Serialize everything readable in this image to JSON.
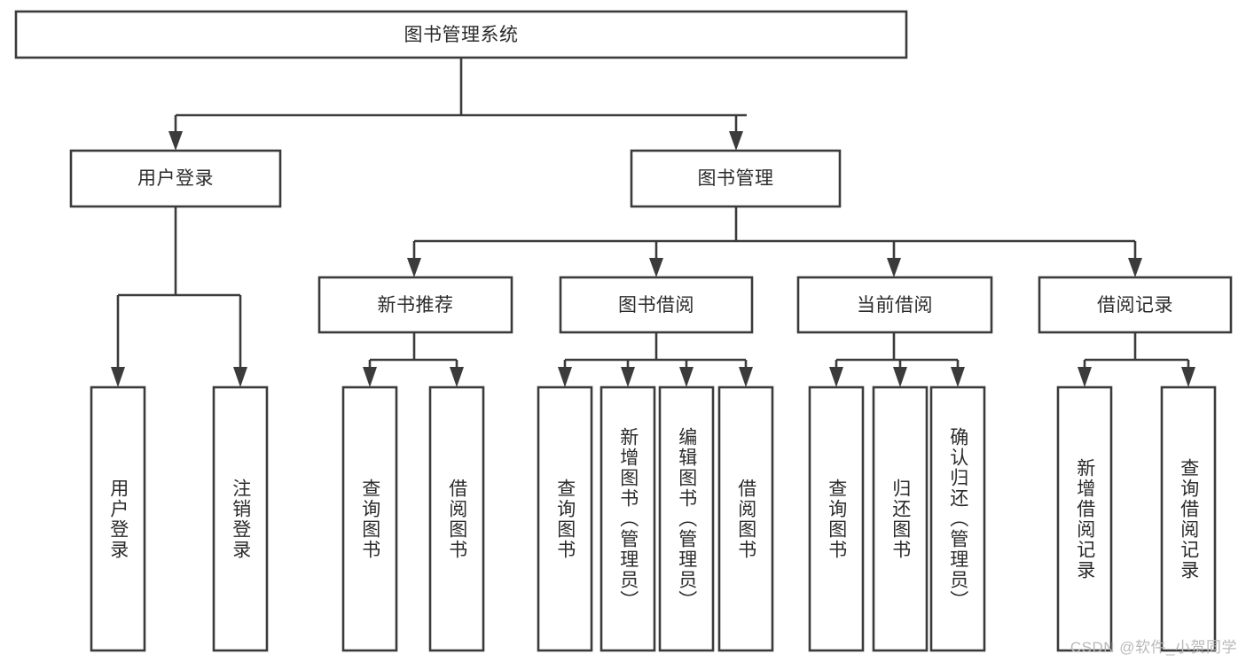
{
  "diagram": {
    "type": "tree",
    "title": "图书管理系统",
    "orientation": "top-down",
    "background_color": "#ffffff",
    "line_color": "#3b3b3b",
    "text_color": "#2b2b2b",
    "root": {
      "label": "图书管理系统",
      "level": 0
    },
    "nodes": {
      "root": "图书管理系统",
      "user_login": "用户登录",
      "book_manage": "图书管理",
      "new_book_rec": "新书推荐",
      "book_borrow": "图书借阅",
      "current_borrow": "当前借阅",
      "borrow_record": "借阅记录",
      "leaf_user_login": "用户登录",
      "leaf_logout": "注销登录",
      "leaf_query_book_1": "查询图书",
      "leaf_borrow_book_1": "借阅图书",
      "leaf_query_book_2": "查询图书",
      "leaf_add_book_admin": "新增图书（管理员）",
      "leaf_edit_book_admin": "编辑图书（管理员）",
      "leaf_borrow_book_2": "借阅图书",
      "leaf_query_book_3": "查询图书",
      "leaf_return_book": "归还图书",
      "leaf_confirm_return_admin": "确认归还（管理员）",
      "leaf_add_record": "新增借阅记录",
      "leaf_query_record": "查询借阅记录"
    },
    "branches": [
      {
        "parent": "图书管理系统",
        "children": [
          "用户登录",
          "图书管理"
        ]
      },
      {
        "parent": "用户登录",
        "children": [
          "用户登录",
          "注销登录"
        ]
      },
      {
        "parent": "图书管理",
        "children": [
          "新书推荐",
          "图书借阅",
          "当前借阅",
          "借阅记录"
        ]
      },
      {
        "parent": "新书推荐",
        "children": [
          "查询图书",
          "借阅图书"
        ]
      },
      {
        "parent": "图书借阅",
        "children": [
          "查询图书",
          "新增图书（管理员）",
          "编辑图书（管理员）",
          "借阅图书"
        ]
      },
      {
        "parent": "当前借阅",
        "children": [
          "查询图书",
          "归还图书",
          "确认归还（管理员）"
        ]
      },
      {
        "parent": "借阅记录",
        "children": [
          "新增借阅记录",
          "查询借阅记录"
        ]
      }
    ]
  },
  "watermark": {
    "text": "CSDN @软件_小贺同学"
  }
}
